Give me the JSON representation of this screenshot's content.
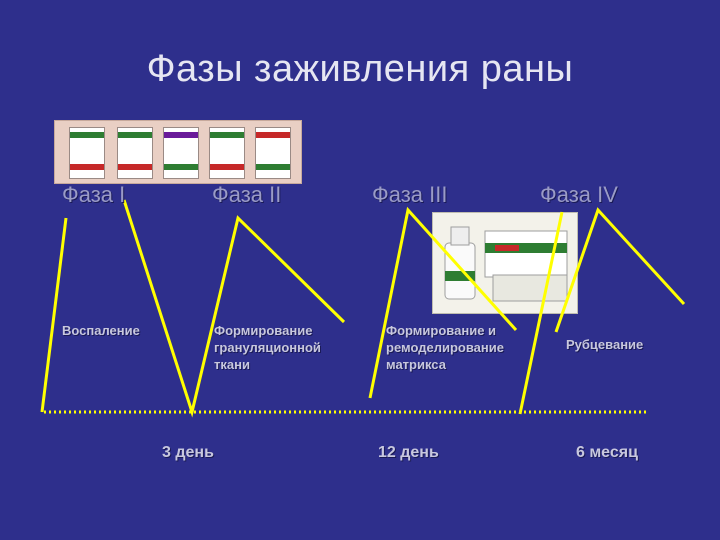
{
  "title": "Фазы заживления раны",
  "phases": [
    "Фаза I",
    "Фаза II",
    "Фаза III",
    "Фаза IV"
  ],
  "descriptions": {
    "inflammation": "Воспаление",
    "granulation": [
      "Формирование",
      "грануляционной",
      "ткани"
    ],
    "matrix": [
      "Формирование и",
      "ремоделирование",
      "матрикса"
    ],
    "scarring": "Рубцевание"
  },
  "timeline": [
    "3 день",
    "12 день",
    "6 месяц"
  ],
  "colors": {
    "background": "#2e2f8c",
    "accent_lines": "#ffff00"
  }
}
